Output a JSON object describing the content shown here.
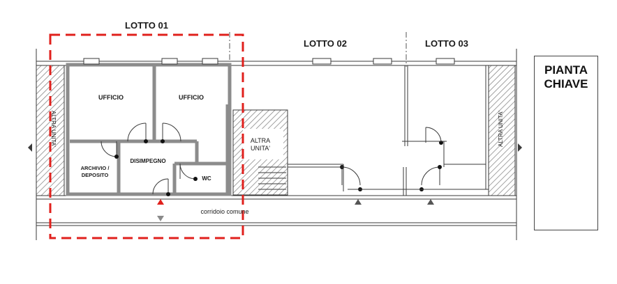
{
  "lots": [
    {
      "label": "LOTTO 01"
    },
    {
      "label": "LOTTO 02"
    },
    {
      "label": "LOTTO 03"
    }
  ],
  "rooms": {
    "ufficio_1": "UFFICIO",
    "ufficio_2": "UFFICIO",
    "disimpegno": "DISIMPEGNO",
    "archivio_line1": "ARCHIVIO /",
    "archivio_line2": "DEPOSITO",
    "wc": "WC",
    "altra_unita_center_1": "ALTRA",
    "altra_unita_center_2": "UNITA'",
    "altra_unita_left": "ALTRA UNITA'",
    "altra_unita_right": "ALTRA UNITA'",
    "corridor": "corridoio comune"
  },
  "legend": {
    "line1": "PIANTA",
    "line2": "CHIAVE"
  },
  "colors": {
    "highlight_red": "#e0201c",
    "wall_gray": "#8c8c8c",
    "line": "#3a3a3a",
    "entrance_marker_active": "#e0201c",
    "entrance_marker": "#555555"
  }
}
